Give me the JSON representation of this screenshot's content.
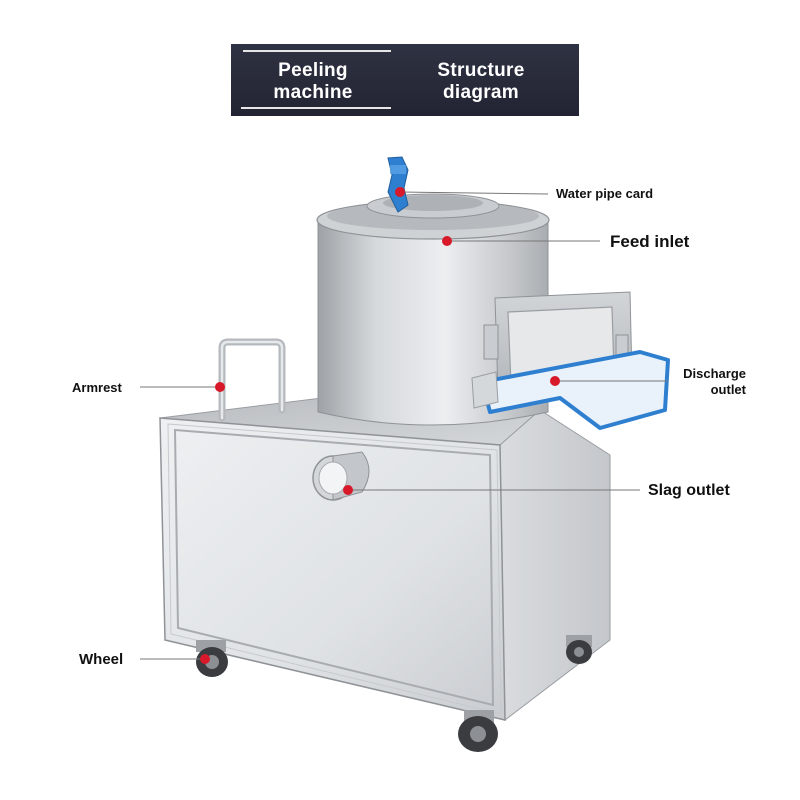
{
  "header": {
    "left_title_line1": "Peeling",
    "left_title_line2": "machine",
    "right_title_line1": "Structure",
    "right_title_line2": "diagram"
  },
  "callouts": {
    "water_pipe_card": "Water pipe card",
    "feed_inlet": "Feed inlet",
    "armrest": "Armrest",
    "discharge_outlet_line1": "Discharge",
    "discharge_outlet_line2": "outlet",
    "slag_outlet": "Slag outlet",
    "wheel": "Wheel"
  },
  "colors": {
    "banner": "#2a2c3b",
    "marker": "#d7192a",
    "tray_trim": "#2f7fd0",
    "steel_light": "#e4e6e8",
    "steel_dark": "#a5a8ac"
  }
}
